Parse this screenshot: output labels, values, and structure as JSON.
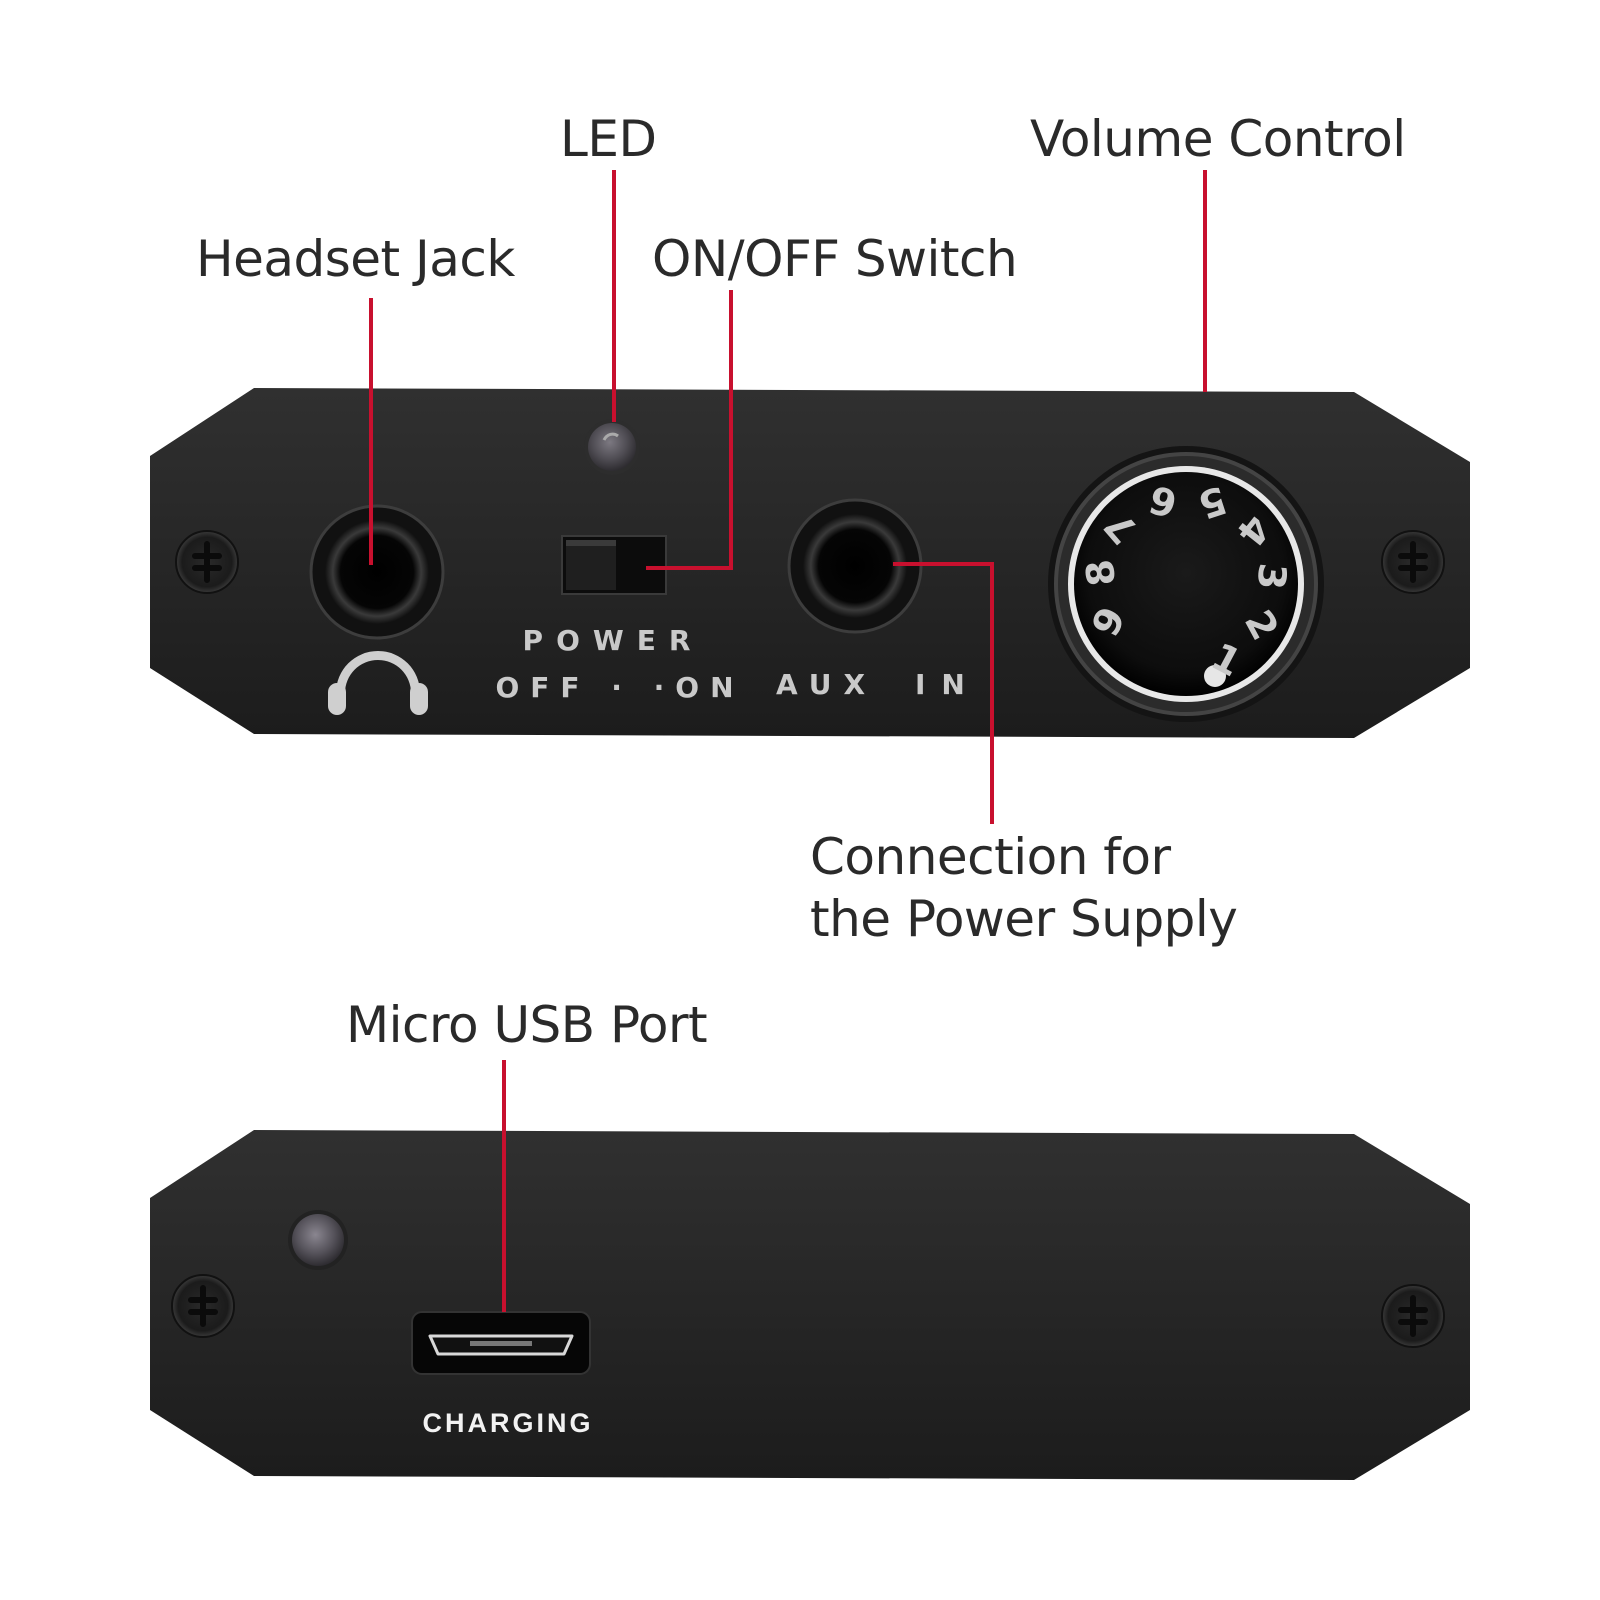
{
  "callouts": {
    "led": "LED",
    "volume_control": "Volume Control",
    "headset_jack": "Headset Jack",
    "on_off_switch": "ON/OFF Switch",
    "power_supply_line1": "Connection for",
    "power_supply_line2": "the Power Supply",
    "micro_usb": "Micro USB Port"
  },
  "front_panel": {
    "power_label": "POWER",
    "off_on_label": "OFF · ·ON",
    "aux_label": "AUX",
    "in_label": "IN",
    "dial_numbers": [
      "1",
      "2",
      "3",
      "4",
      "5",
      "6",
      "7",
      "8",
      "9"
    ]
  },
  "back_panel": {
    "charging_label": "CHARGING"
  },
  "colors": {
    "leader_line": "#c8102e",
    "panel": "#262626",
    "label_text": "#2a2a2a",
    "engraving": "#c9c9c9"
  },
  "icons": [
    "headphones-icon",
    "screw-icon",
    "led-icon",
    "micro-usb-icon"
  ]
}
